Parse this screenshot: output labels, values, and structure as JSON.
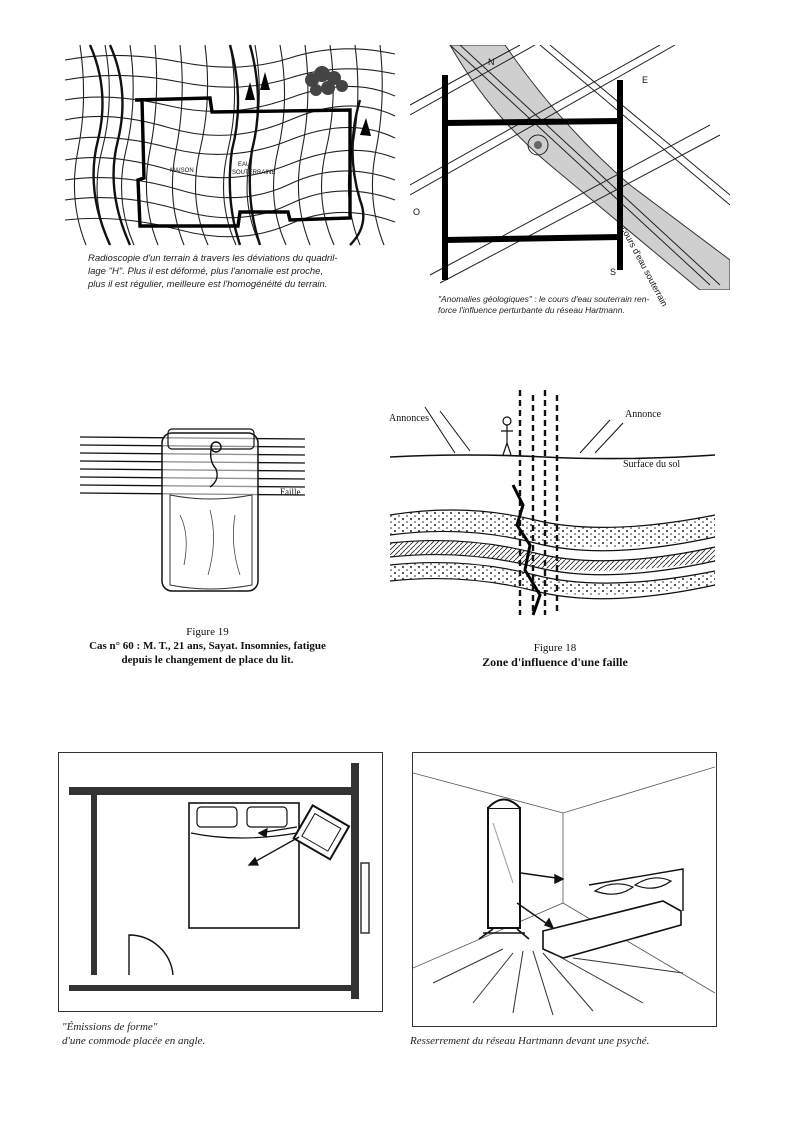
{
  "fig_map": {
    "caption_lines": [
      "Radioscopie d'un terrain à travers les déviations du quadril-",
      "lage \"H\". Plus il est déformé, plus l'anomalie est proche,",
      "plus il est régulier, meilleure est l'homogénéité du terrain."
    ],
    "label_maison": "MAISON",
    "label_eau": "EAU",
    "label_souterraine": "SOUTERRAINE"
  },
  "fig_anomalies": {
    "caption_lines": [
      "\"Anomalies géologiques\" : le cours d'eau souterrain ren-",
      "force l'influence perturbante du réseau Hartmann."
    ],
    "label_n": "N",
    "label_e": "E",
    "label_o": "O",
    "label_s": "S",
    "label_river": "cours d'eau souterrain"
  },
  "fig_19": {
    "title": "Figure 19",
    "caption_lines": [
      "Cas n° 60 : M. T., 21 ans, Sayat. Insomnies, fatigue",
      "depuis le changement de place du lit."
    ],
    "label_faille": "Faille"
  },
  "fig_18": {
    "title": "Figure 18",
    "subtitle": "Zone d'influence d'une faille",
    "label_annonces": "Annonces",
    "label_annonce": "Annonce",
    "label_surface": "Surface du sol"
  },
  "fig_commode": {
    "caption_lines": [
      "\"Émissions de forme\"",
      "d'une commode placée en angle."
    ]
  },
  "fig_psyche": {
    "caption_lines": [
      "Resserrement  du réseau Hartmann devant une psyché."
    ]
  }
}
